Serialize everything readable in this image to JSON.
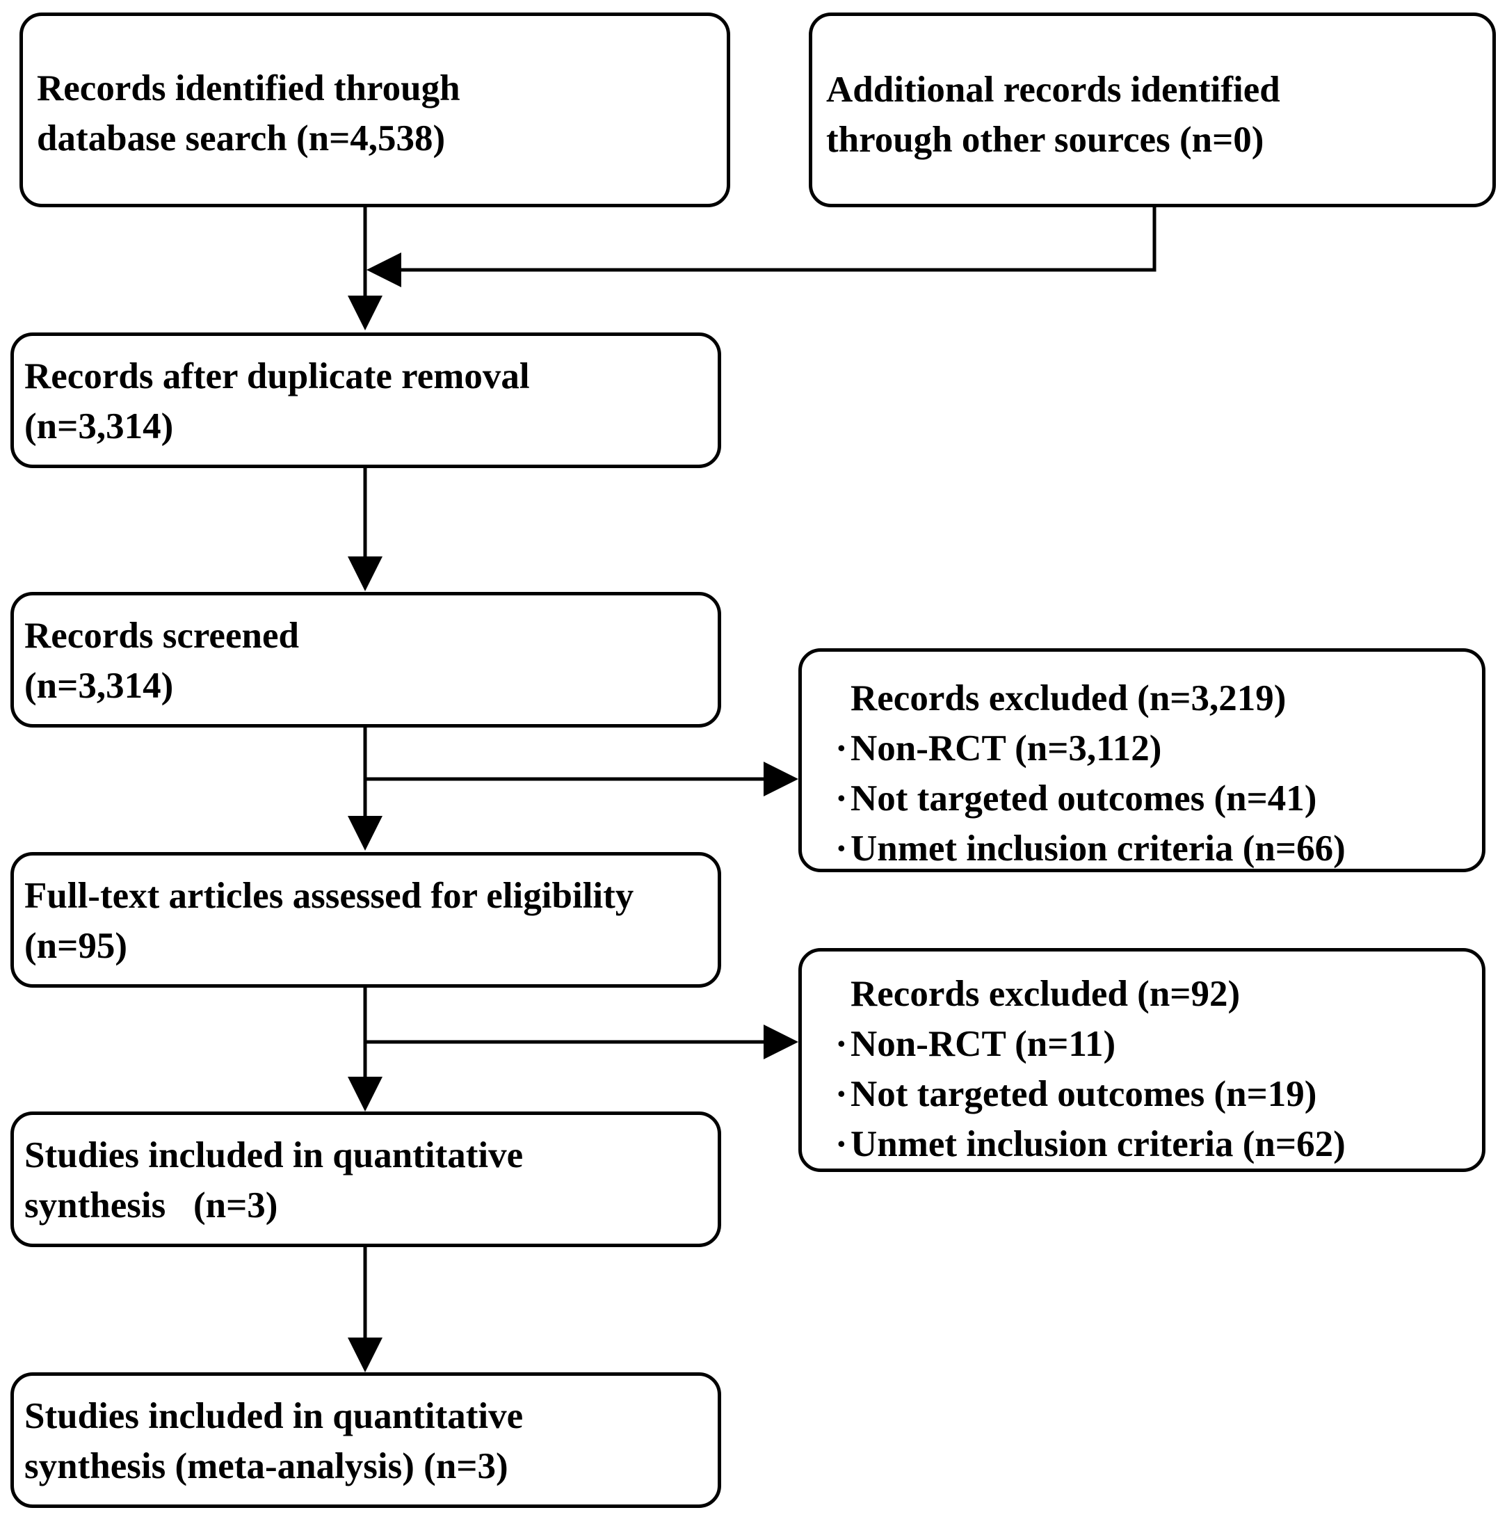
{
  "boxes": {
    "identified_database": {
      "lines": [
        "Records identified through",
        "database search (n=4,538)"
      ]
    },
    "identified_other": {
      "lines": [
        "Additional records identified",
        "through other sources (n=0)"
      ]
    },
    "after_duplicates": {
      "lines": [
        "Records after duplicate removal",
        "(n=3,314)"
      ]
    },
    "screened": {
      "lines": [
        "Records screened",
        "(n=3,314)"
      ]
    },
    "excluded_screening": {
      "title": "Records excluded (n=3,219)",
      "items": [
        "Non-RCT (n=3,112)",
        "Not targeted outcomes (n=41)",
        "Unmet inclusion criteria (n=66)"
      ]
    },
    "full_text": {
      "lines": [
        "Full-text articles assessed for eligibility",
        "(n=95)"
      ]
    },
    "excluded_full_text": {
      "title": "Records excluded (n=92)",
      "items": [
        "Non-RCT (n=11)",
        "Not targeted outcomes (n=19)",
        "Unmet inclusion criteria (n=62)"
      ]
    },
    "qualitative": {
      "lines": [
        "Studies included in quantitative",
        "synthesis   (n=3)"
      ]
    },
    "meta_analysis": {
      "lines": [
        "Studies included in quantitative",
        "synthesis (meta-analysis) (n=3)"
      ]
    }
  }
}
